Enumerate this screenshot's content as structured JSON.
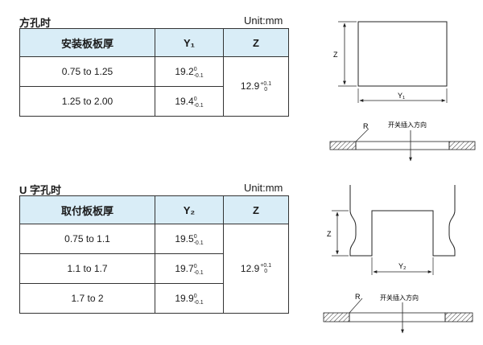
{
  "square": {
    "title": "方孔时",
    "unit": "Unit:mm",
    "headers": [
      "安装板板厚",
      "Y₁",
      "Z"
    ],
    "rows": [
      {
        "thickness": "0.75 to 1.25",
        "y_base": "19.2",
        "y_sup": "0",
        "y_sub": "-0.1"
      },
      {
        "thickness": "1.25 to 2.00",
        "y_base": "19.4",
        "y_sup": "0",
        "y_sub": "-0.1"
      }
    ],
    "z": {
      "base": "12.9",
      "sup": "+0.1",
      "sub": "0"
    }
  },
  "u": {
    "title": "U 字孔时",
    "unit": "Unit:mm",
    "headers": [
      "取付板板厚",
      "Y₂",
      "Z"
    ],
    "rows": [
      {
        "thickness": "0.75 to 1.1",
        "y_base": "19.5",
        "y_sup": "0",
        "y_sub": "-0.1"
      },
      {
        "thickness": "1.1 to 1.7",
        "y_base": "19.7",
        "y_sup": "0",
        "y_sub": "-0.1"
      },
      {
        "thickness": "1.7 to 2",
        "y_base": "19.9",
        "y_sup": "0",
        "y_sub": "-0.1"
      }
    ],
    "z": {
      "base": "12.9",
      "sup": "+0.1",
      "sub": "0"
    }
  },
  "diagrams": {
    "z_label": "Z",
    "y1_label": "Y₁",
    "y2_label": "Y₂",
    "r_label": "R",
    "direction_label": "开关插入方向"
  }
}
